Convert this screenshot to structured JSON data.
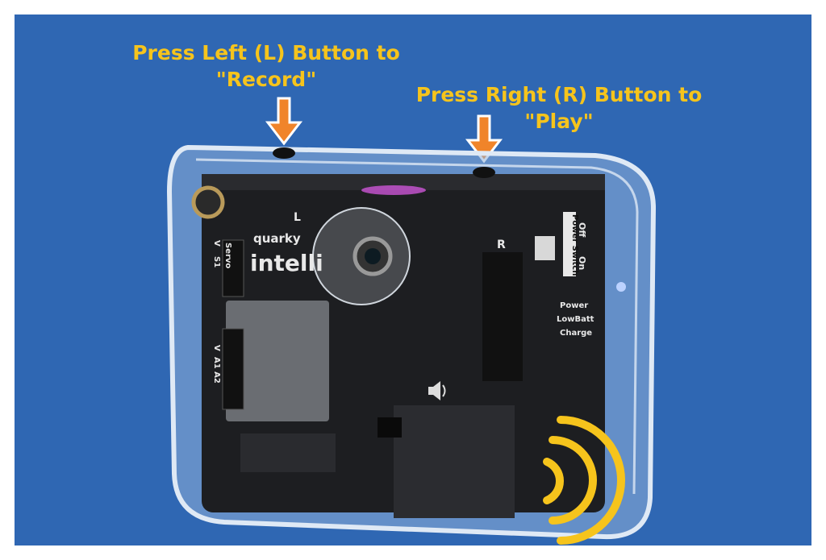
{
  "captions": {
    "left_line1": "Press Left (L) Button to",
    "left_line2": "\"Record\"",
    "right_line1": "Press Right (R) Button to",
    "right_line2": "\"Play\""
  },
  "colors": {
    "background": "#2f67b3",
    "caption": "#f6c41c",
    "arrow": "#f0842a",
    "sound_waves": "#f6c41c"
  },
  "board": {
    "brand": "quarky",
    "model": "intelli",
    "left_button_mark": "L",
    "right_button_mark": "R",
    "servo_label": "Servo",
    "pins_top": "S1",
    "pins_v": "V",
    "pins_a": "A1 A2",
    "power_switch": "Power Switch",
    "on": "On",
    "off": "Off",
    "led_power": "Power",
    "led_lowbatt": "LowBatt",
    "led_charge": "Charge"
  },
  "icons": [
    "arrow-down-icon",
    "speaker-icon",
    "sound-waves-icon"
  ]
}
